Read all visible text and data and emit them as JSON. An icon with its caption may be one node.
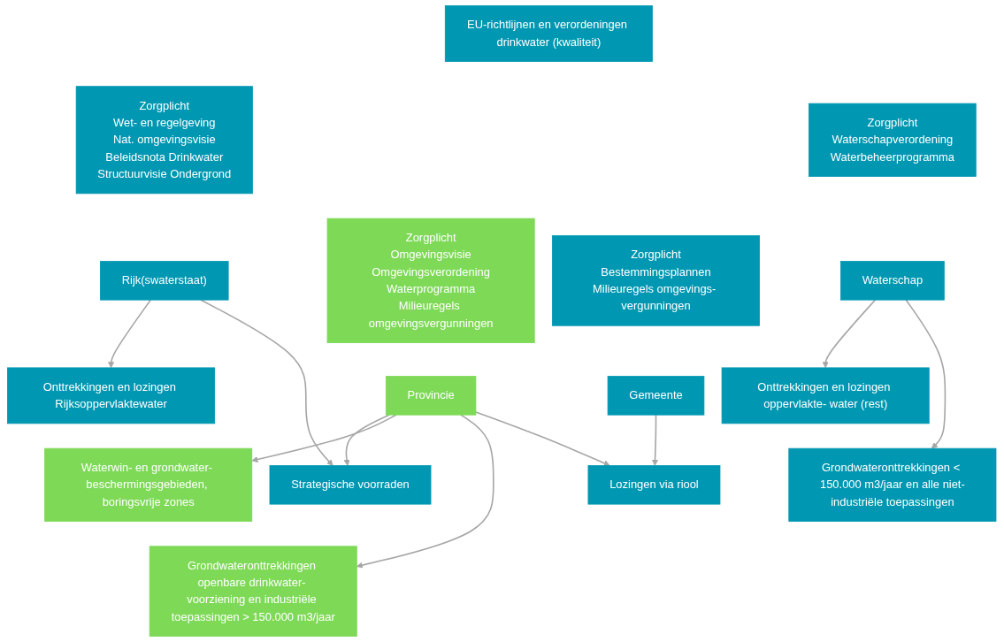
{
  "diagram": {
    "nodes": [
      {
        "text": [
          "EU-richtlijnen en verordeningen drinkwater (kwaliteit)"
        ]
      },
      {
        "text": [
          "Zorgplicht",
          "Wet- en regelgeving",
          "Nat. omgevingsvisie",
          "Beleidsnota Drinkwater",
          "Structuurvisie Ondergrond"
        ]
      },
      {
        "text": [
          "Zorgplicht",
          "Omgevingsvisie",
          "Omgevingsverordening",
          "Waterprogramma",
          "Milieuregels omgevingsvergunningen"
        ]
      },
      {
        "text": [
          "Zorgplicht",
          "Bestemmingsplannen",
          "Milieuregels omgevings- vergunningen"
        ]
      },
      {
        "text": [
          "Zorgplicht",
          "Waterschapverordening",
          "Waterbeheerprogramma"
        ]
      },
      {
        "text": [
          "Rijk(swaterstaat)"
        ]
      },
      {
        "text": [
          "Provincie"
        ]
      },
      {
        "text": [
          "Gemeente"
        ]
      },
      {
        "text": [
          "Waterschap"
        ]
      },
      {
        "text": [
          "Onttrekkingen en lozingen Rijksoppervlaktewater"
        ]
      },
      {
        "text": [
          "Lozingen via riool"
        ]
      },
      {
        "text": [
          "Onttrekkingen en lozingen oppervlakte- water (rest)"
        ]
      },
      {
        "text": [
          "Waterwin- en grondwater- beschermingsgebieden, boringsvrije zones"
        ]
      },
      {
        "text": [
          "Strategische voorraden"
        ]
      },
      {
        "text": [
          "Grondwateronttrekkingen openbare drinkwater- voorziening en industriële toepassingen > 150.000 m3/jaar"
        ]
      },
      {
        "text": [
          "Grondwateronttrekkingen < 150.000 m3/jaar en alle niet-industriële toepassingen"
        ]
      }
    ],
    "edges": [
      {
        "from": 5,
        "to": 9,
        "arrow": "to"
      },
      {
        "from": 5,
        "to": 13,
        "arrow": "to"
      },
      {
        "from": 6,
        "to": 13,
        "arrow": "to"
      },
      {
        "from": 6,
        "to": 12,
        "arrow": "to"
      },
      {
        "from": 6,
        "to": 14,
        "arrow": "to"
      },
      {
        "from": 6,
        "to": 10,
        "arrow": "to"
      },
      {
        "from": 7,
        "to": 10,
        "arrow": "to"
      },
      {
        "from": 8,
        "to": 11,
        "arrow": "to"
      },
      {
        "from": 8,
        "to": 15,
        "arrow": "to"
      }
    ]
  }
}
